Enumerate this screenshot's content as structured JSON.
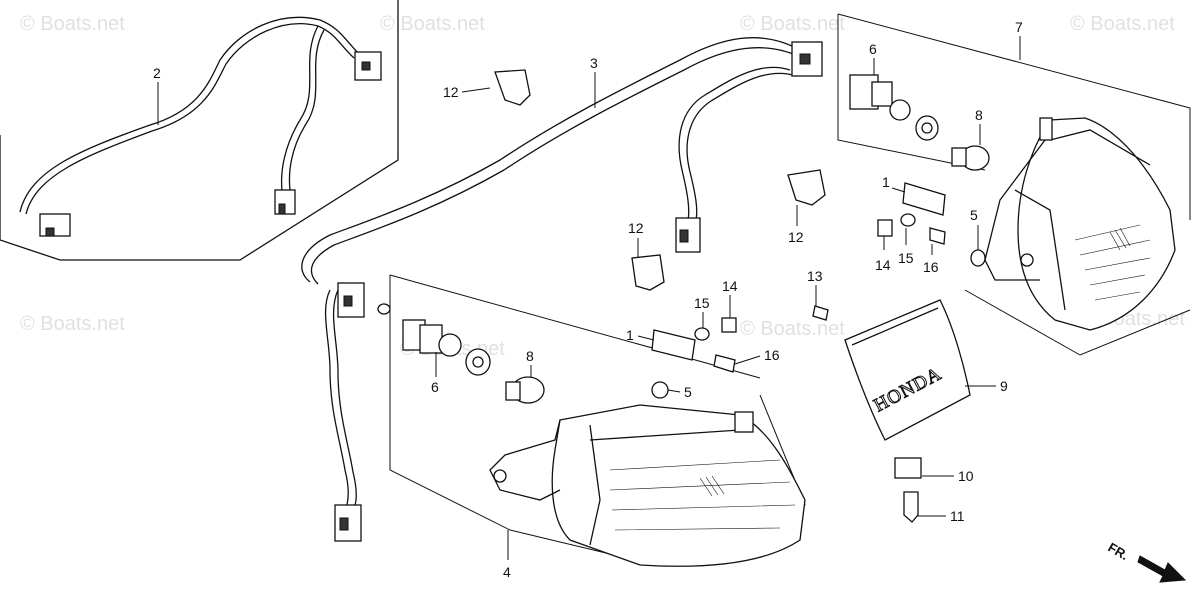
{
  "watermark": {
    "text": "© Boats.net"
  },
  "brand_label": "HONDA",
  "direction_label": "FR.",
  "callouts": {
    "c1a": "1",
    "c1b": "1",
    "c2": "2",
    "c3": "3",
    "c4": "4",
    "c5a": "5",
    "c5b": "5",
    "c6a": "6",
    "c6b": "6",
    "c7": "7",
    "c8a": "8",
    "c8b": "8",
    "c9": "9",
    "c10": "10",
    "c11": "11",
    "c12a": "12",
    "c12b": "12",
    "c12c": "12",
    "c13": "13",
    "c14a": "14",
    "c14b": "14",
    "c15a": "15",
    "c15b": "15",
    "c16a": "16",
    "c16b": "16"
  }
}
